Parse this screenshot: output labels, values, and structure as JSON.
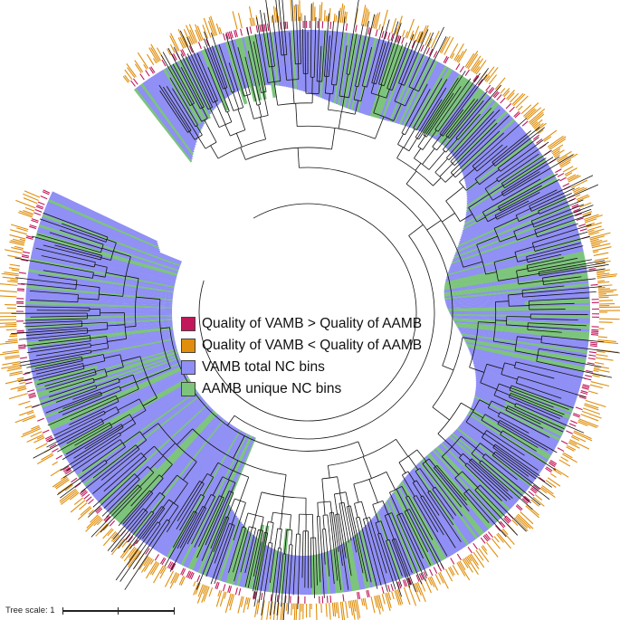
{
  "legend": {
    "items": [
      {
        "label": "Quality of VAMB > Quality of AAMB",
        "color": "#c2185b"
      },
      {
        "label": "Quality of VAMB < Quality of AAMB",
        "color": "#e08e0b"
      },
      {
        "label": "VAMB total NC bins",
        "color": "#8f8ff5"
      },
      {
        "label": "AAMB unique NC bins",
        "color": "#7cc47c"
      }
    ]
  },
  "scale": {
    "label": "Tree scale: 1"
  },
  "tree": {
    "gap_start_deg": 205,
    "gap_end_deg": 232,
    "colors": {
      "vamb_bins": "#8f8ff5",
      "aamb_bins": "#7cc47c",
      "vamb_better": "#c2185b",
      "aamb_better": "#e08e0b",
      "branch": "#111111"
    }
  }
}
